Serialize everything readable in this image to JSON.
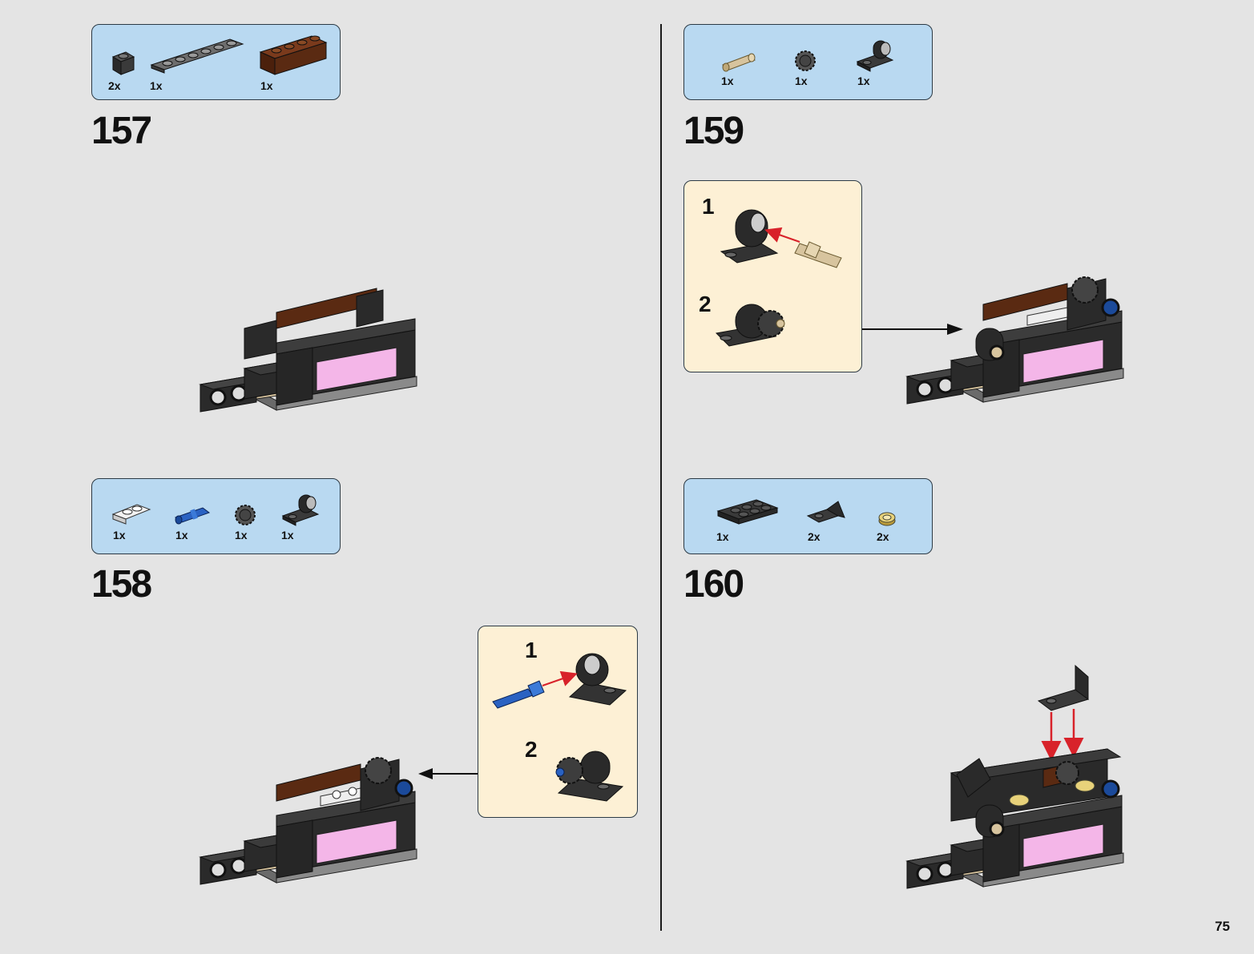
{
  "page_number": "75",
  "steps": [
    {
      "number": "157",
      "parts": [
        {
          "icon": "black-brick-1x1-icon",
          "qty": "2x"
        },
        {
          "icon": "dark-gray-plate-1x6-icon",
          "qty": "1x"
        },
        {
          "icon": "brown-brick-1x4-icon",
          "qty": "1x"
        }
      ]
    },
    {
      "number": "158",
      "parts": [
        {
          "icon": "white-plate-1x2-icon",
          "qty": "1x"
        },
        {
          "icon": "blue-axle-pin-icon",
          "qty": "1x"
        },
        {
          "icon": "dark-gray-gear-icon",
          "qty": "1x"
        },
        {
          "icon": "black-bracket-pin-hole-icon",
          "qty": "1x"
        }
      ],
      "substeps": [
        "1",
        "2"
      ]
    },
    {
      "number": "159",
      "parts": [
        {
          "icon": "tan-axle-pin-icon",
          "qty": "1x"
        },
        {
          "icon": "dark-gray-gear-icon",
          "qty": "1x"
        },
        {
          "icon": "black-bracket-pin-hole-icon",
          "qty": "1x"
        }
      ],
      "substeps": [
        "1",
        "2"
      ]
    },
    {
      "number": "160",
      "parts": [
        {
          "icon": "black-plate-2x3-icon",
          "qty": "1x"
        },
        {
          "icon": "black-bracket-icon",
          "qty": "2x"
        },
        {
          "icon": "gold-round-tile-icon",
          "qty": "2x"
        }
      ]
    }
  ],
  "colors": {
    "parts_panel": "#b9d9f1",
    "subassembly_panel": "#fdf0d5",
    "black_brick": "#2a2a2a",
    "brown_brick": "#5a2a12",
    "pink_tile": "#f4b6e8",
    "assembly_arrow": "#d8222a"
  }
}
